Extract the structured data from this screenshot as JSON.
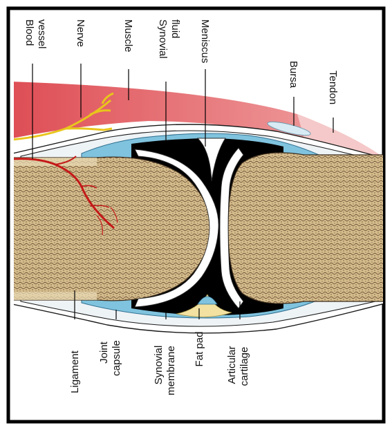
{
  "labels": {
    "blood_vessel": [
      "Blood",
      "vessel"
    ],
    "nerve": "Nerve",
    "muscle": "Muscle",
    "synovial_fluid": [
      "Synovial",
      "fluid"
    ],
    "meniscus": "Meniscus",
    "bursa": "Bursa",
    "tendon": "Tendon",
    "ligament": "Ligament",
    "joint_capsule": [
      "Joint",
      "capsule"
    ],
    "synovial_membrane": [
      "Synovial",
      "membrane"
    ],
    "fat_pad": "Fat pad",
    "articular_cartilage": [
      "Articular",
      "cartilage"
    ]
  },
  "colors": {
    "bone": "#d9c496",
    "bone_texture": "#6b4f34",
    "cartilage": "#ffffff",
    "synovial_fluid": "#000000",
    "membrane": "#7fc3de",
    "muscle": "#e2595f",
    "nerve": "#e8c51c",
    "blood_vessel": "#c41818",
    "fat_pad": "#f2e1a0",
    "frame": "#000000"
  }
}
